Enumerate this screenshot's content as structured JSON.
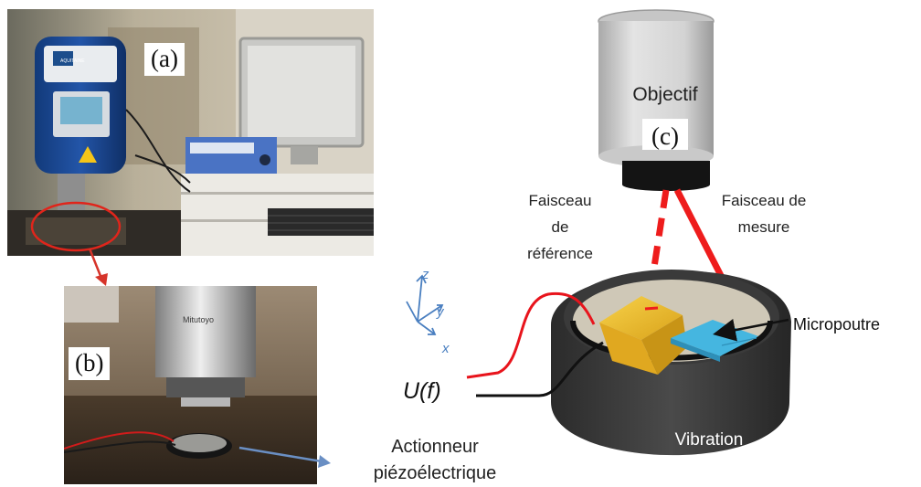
{
  "panels": {
    "a": "(a)",
    "b": "(b)",
    "c": "(c)"
  },
  "photo_a": {
    "logo_text": "AQUITAINE"
  },
  "photo_b": {
    "objective_brand": "Mitutoyo"
  },
  "schematic": {
    "objective": "Objectif",
    "reference_beam": [
      "Faisceau",
      "de",
      "référence"
    ],
    "measure_beam": [
      "Faisceau de",
      "mesure"
    ],
    "micro_beam": "Micropoutre",
    "voltage": "U(f)",
    "vibration": "Vibration",
    "actuator": [
      "Actionneur",
      "piézoélectrique"
    ],
    "axes": {
      "z": "z",
      "y": "y",
      "x": "x"
    }
  },
  "colors": {
    "laser_red": "#ee1c1c",
    "wire_red": "#e8141c",
    "cantilever_gold": "#f2c12e",
    "microbeam_blue": "#45b6e0",
    "objective_grey": "#d6d6d6",
    "axes_blue": "#4a7fc0",
    "connector_red": "#d6342a",
    "connector_blue": "#6a8fc4"
  }
}
